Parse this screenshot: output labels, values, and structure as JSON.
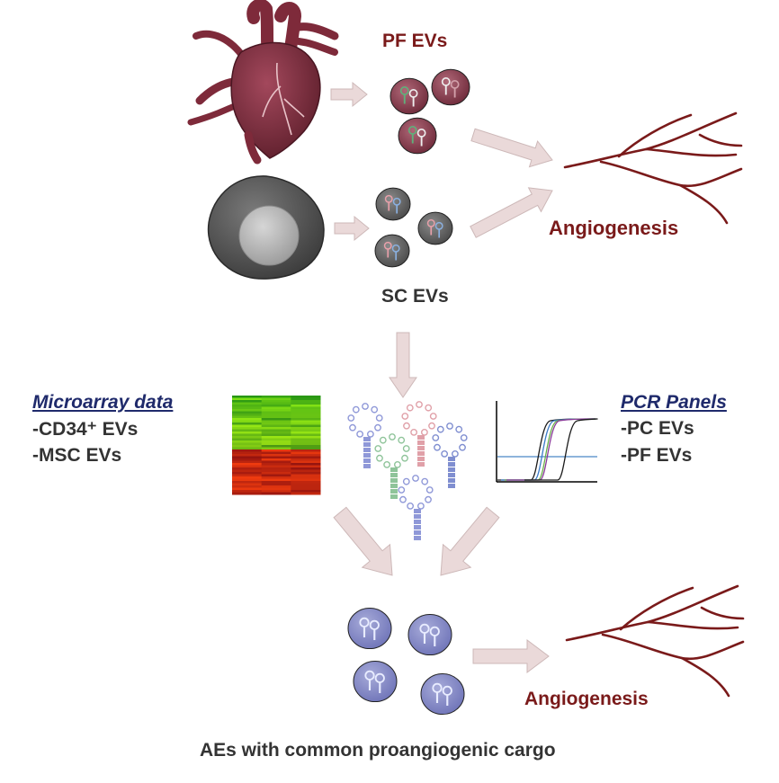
{
  "labels": {
    "pf_evs": "PF EVs",
    "sc_evs": "SC EVs",
    "angiogenesis_top": "Angiogenesis",
    "angiogenesis_bottom": "Angiogenesis",
    "caption": "AEs with common proangiogenic cargo"
  },
  "microarray": {
    "title": "Microarray data",
    "items": [
      "-CD34⁺ EVs",
      "-MSC EVs"
    ]
  },
  "pcr": {
    "title": "PCR Panels",
    "items": [
      "-PC EVs",
      "-PF EVs"
    ]
  },
  "colors": {
    "heart": "#7e2a3a",
    "pf_ev": "#6e2a3a",
    "sc_ev": "#4a4a4a",
    "ae_ev": "#6f74b8",
    "arrow": "#ead9d9",
    "vessel": "#7a1a1a",
    "label_red": "#7a1a1a",
    "label_navy": "#1f2a6b"
  },
  "icons": {
    "heart": "heart-icon",
    "cell": "stem-cell-icon",
    "heatmap": "heatmap-icon",
    "pcr_plot": "pcr-amplification-plot-icon",
    "mirna": "mirna-hairpin-icon",
    "vessels": "blood-vessel-icon"
  }
}
